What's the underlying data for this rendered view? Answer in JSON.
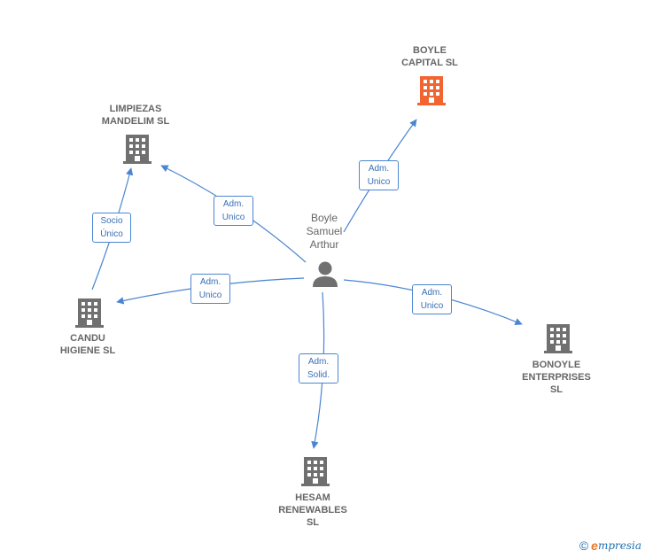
{
  "colors": {
    "edge": "#4a86d0",
    "building": "#707070",
    "building_focus": "#f26430",
    "person": "#707070",
    "text": "#666666",
    "edge_text": "#3a6fb5"
  },
  "person": {
    "name_line1": "Boyle",
    "name_line2": "Samuel",
    "name_line3": "Arthur",
    "icon": "person-icon"
  },
  "companies": {
    "boyle_capital": {
      "line1": "BOYLE",
      "line2": "CAPITAL  SL",
      "icon": "building-icon"
    },
    "limpiezas": {
      "line1": "LIMPIEZAS",
      "line2": "MANDELIM SL",
      "icon": "building-icon"
    },
    "candu": {
      "line1": "CANDU",
      "line2": "HIGIENE SL",
      "icon": "building-icon"
    },
    "bonoyle": {
      "line1": "BONOYLE",
      "line2": "ENTERPRISES",
      "line3": "SL",
      "icon": "building-icon"
    },
    "hesam": {
      "line1": "HESAM",
      "line2": "RENEWABLES",
      "line3": "SL",
      "icon": "building-icon"
    }
  },
  "edges": {
    "to_boyle_capital": {
      "line1": "Adm.",
      "line2": "Unico"
    },
    "to_limpiezas": {
      "line1": "Adm.",
      "line2": "Unico"
    },
    "candu_to_limpiezas": {
      "line1": "Socio",
      "line2": "Único"
    },
    "to_candu": {
      "line1": "Adm.",
      "line2": "Unico"
    },
    "to_bonoyle": {
      "line1": "Adm.",
      "line2": "Unico"
    },
    "to_hesam": {
      "line1": "Adm.",
      "line2": "Solid."
    }
  },
  "footer": {
    "copyright": "©",
    "brand_initial": "e",
    "brand_rest": "mpresia"
  }
}
